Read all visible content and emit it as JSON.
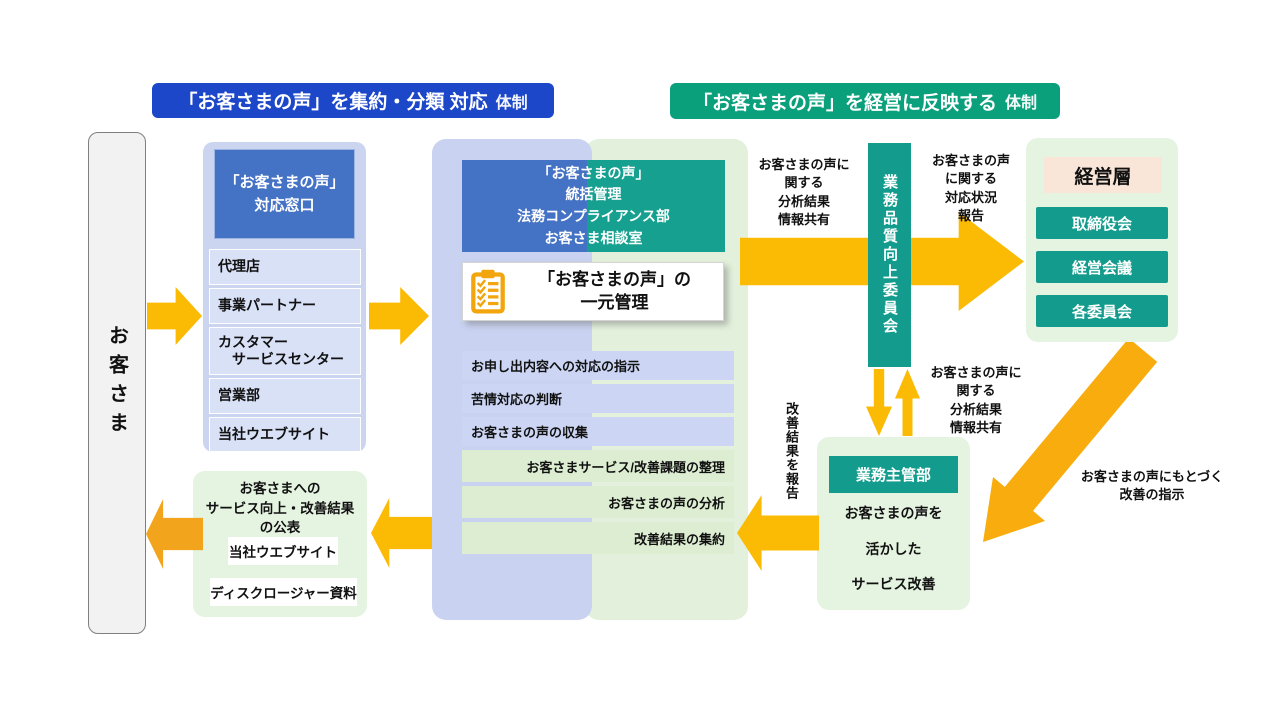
{
  "banners": {
    "collect": {
      "text": "「お客さまの声」を集約・分類 対応",
      "suffix": "体制"
    },
    "reflect": {
      "text": "「お客さまの声」を経営に反映する",
      "suffix": "体制"
    }
  },
  "customer": {
    "label": "お客さま"
  },
  "reception": {
    "header": "「お客さまの声」\n対応窓口",
    "channels": [
      "代理店",
      "事業パートナー",
      "カスタマー\n　サービスセンター",
      "営業部",
      "当社ウエブサイト"
    ]
  },
  "central": {
    "header": "「お客さまの声」\n統括管理\n法務コンプライアンス部\nお客さま相談室",
    "unified": "「お客さまの声」の\n一元管理",
    "functions": [
      "お申し出内容への対応の指示",
      "苦情対応の判断",
      "お客さまの声の収集",
      "お客さまサービス/改善課題の整理",
      "お客さまの声の分析",
      "改善結果の集約"
    ]
  },
  "committee": {
    "label": "業務品質向上委員会"
  },
  "management": {
    "header": "経営層",
    "items": [
      "取締役会",
      "経営会議",
      "各委員会"
    ]
  },
  "department": {
    "header": "業務主管部",
    "text": "お客さまの声を\n活かした\nサービス改善"
  },
  "publish": {
    "text": "お客さまへの\nサービス向上・改善結果\nの公表",
    "items": [
      "当社ウエブサイト",
      "ディスクロージャー資料"
    ]
  },
  "labels": {
    "analysis_share_left": "お客さまの声に\n関する\n分析結果\n情報共有",
    "status_report": "お客さまの声\nに関する\n対応状況\n報告",
    "analysis_share_right": "お客さまの声に\n関する\n分析結果\n情報共有",
    "improvement_report": "改善結果を報告",
    "improvement_directive": "お客さまの声にもとづく\n改善の指示"
  },
  "colors": {
    "banner_blue": "#1C47C8",
    "banner_teal": "#0BA07C",
    "header_blue": "#4472C4",
    "teal": "#139C8D",
    "gold_arrow": "#FBBB04",
    "orange_arrow": "#F2A51C",
    "light_blue": "#CBD5F0",
    "light_green": "#E5F3E1",
    "mgmt_header_cream": "#FAE6D8"
  }
}
